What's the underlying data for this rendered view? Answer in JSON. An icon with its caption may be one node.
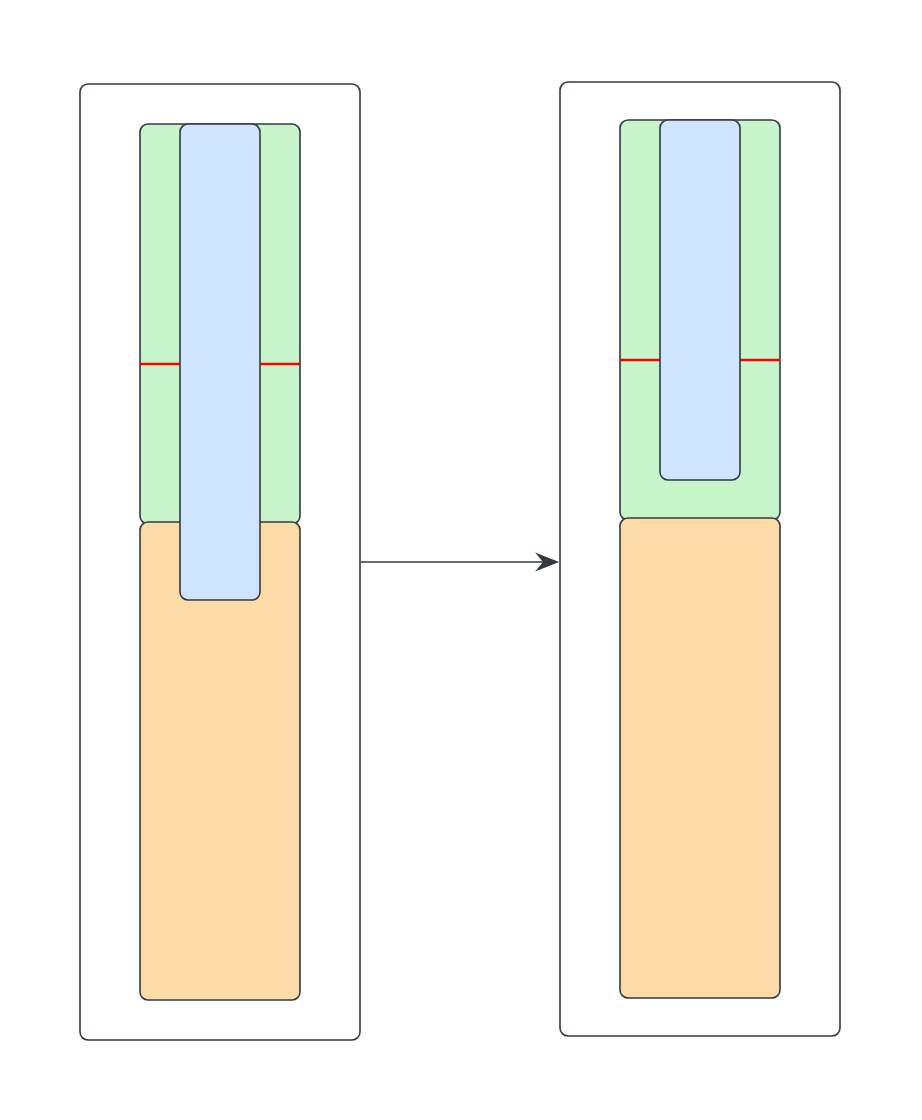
{
  "diagram": {
    "nodes": [
      {
        "text": [],
        "shape": "box"
      },
      {
        "text": [],
        "shape": "box",
        "in": 0
      },
      {
        "text": [],
        "shape": "box",
        "in": 0
      },
      {
        "text": [],
        "shape": "box",
        "in": 0
      },
      {
        "text": [],
        "shape": "box"
      },
      {
        "text": [],
        "shape": "box",
        "in": 4
      },
      {
        "text": [],
        "shape": "box",
        "in": 4
      },
      {
        "text": [],
        "shape": "box",
        "in": 5
      }
    ],
    "edges": [
      {
        "from": 0,
        "to": 4,
        "arrow": "to"
      }
    ]
  }
}
